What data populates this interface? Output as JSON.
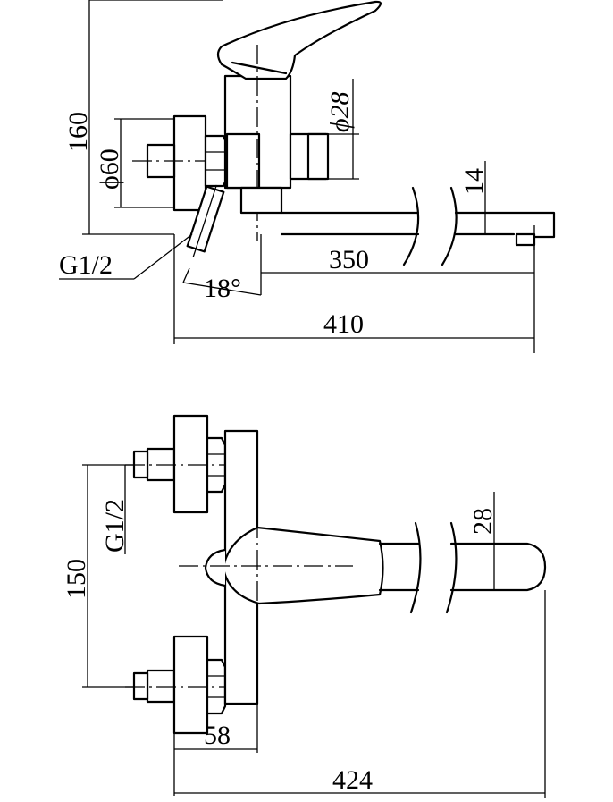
{
  "side_view": {
    "dim_height": "160",
    "dim_diameter_60": "ϕ60",
    "dim_diameter_28": "ϕ28",
    "dim_spout_thickness": "14",
    "dim_thread": "G1/2",
    "dim_spout_reach": "350",
    "dim_angle": "18°",
    "dim_total_depth": "410"
  },
  "top_view": {
    "dim_thread": "G1/2",
    "dim_spout_width": "28",
    "dim_center_distance": "150",
    "dim_body_offset": "58",
    "dim_total_length": "424"
  }
}
